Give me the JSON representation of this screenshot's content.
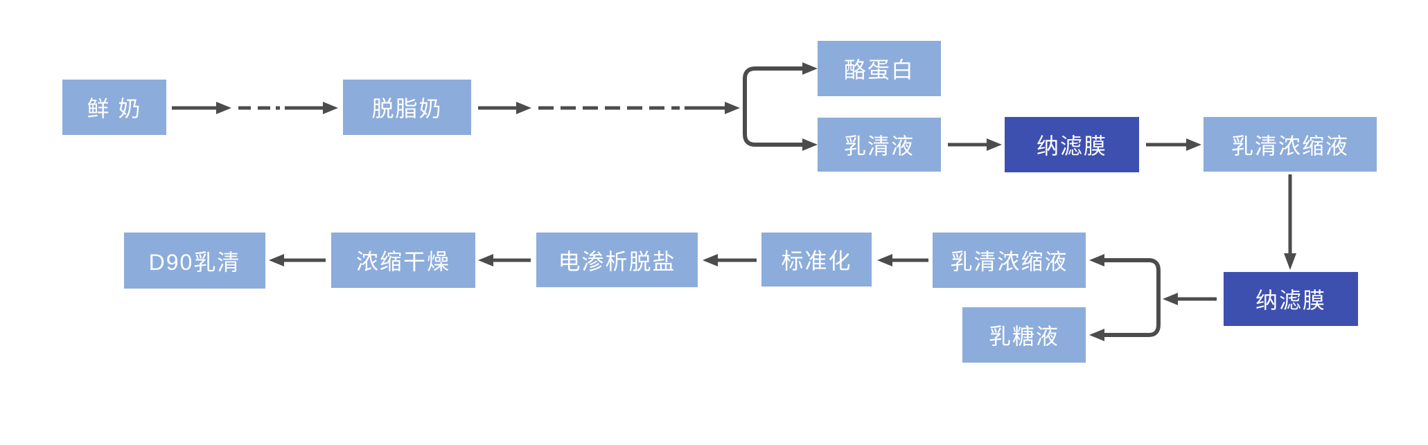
{
  "colors": {
    "background": "#ffffff",
    "node-light": "#8cacdb",
    "node-dark": "#3e50af",
    "node-text": "#ffffff",
    "arrow": "#4c4c4c"
  },
  "nodes": {
    "fresh_milk": {
      "label": "鲜 奶"
    },
    "skim_milk": {
      "label": "脱脂奶"
    },
    "casein": {
      "label": "酪蛋白"
    },
    "whey_liquid": {
      "label": "乳清液"
    },
    "nanofiltration_1": {
      "label": "纳滤膜"
    },
    "whey_concentrate_1": {
      "label": "乳清浓缩液"
    },
    "nanofiltration_2": {
      "label": "纳滤膜"
    },
    "whey_concentrate_2": {
      "label": "乳清浓缩液"
    },
    "lactose_liquid": {
      "label": "乳糖液"
    },
    "standardization": {
      "label": "标准化"
    },
    "electrodialysis_desalting": {
      "label": "电渗析脱盐"
    },
    "concentration_drying": {
      "label": "浓缩干燥"
    },
    "d90_whey": {
      "label": "D90乳清"
    }
  },
  "edges": [
    {
      "from": "fresh_milk",
      "to": "skim_milk",
      "style": "dash-dot"
    },
    {
      "from": "skim_milk",
      "to": "casein",
      "style": "dashed-branch"
    },
    {
      "from": "skim_milk",
      "to": "whey_liquid",
      "style": "dashed-branch"
    },
    {
      "from": "whey_liquid",
      "to": "nanofiltration_1",
      "style": "solid"
    },
    {
      "from": "nanofiltration_1",
      "to": "whey_concentrate_1",
      "style": "solid"
    },
    {
      "from": "whey_concentrate_1",
      "to": "nanofiltration_2",
      "style": "solid"
    },
    {
      "from": "nanofiltration_2",
      "to": "whey_concentrate_2",
      "style": "solid-branch"
    },
    {
      "from": "nanofiltration_2",
      "to": "lactose_liquid",
      "style": "solid-branch"
    },
    {
      "from": "whey_concentrate_2",
      "to": "standardization",
      "style": "solid"
    },
    {
      "from": "standardization",
      "to": "electrodialysis_desalting",
      "style": "solid"
    },
    {
      "from": "electrodialysis_desalting",
      "to": "concentration_drying",
      "style": "solid"
    },
    {
      "from": "concentration_drying",
      "to": "d90_whey",
      "style": "solid"
    }
  ]
}
